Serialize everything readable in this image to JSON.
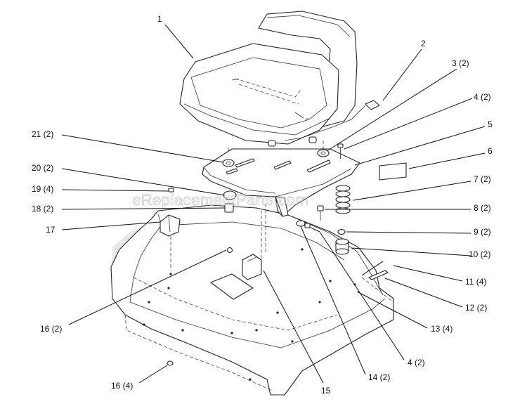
{
  "watermark": "eReplacementParts.com",
  "labels": {
    "l1": "1",
    "l2": "2",
    "l3": "3 (2)",
    "l4a": "4 (2)",
    "l5": "5",
    "l6": "6",
    "l7": "7 (2)",
    "l8": "8 (2)",
    "l9": "9 (2)",
    "l10": "10 (2)",
    "l11": "11 (4)",
    "l12": "12 (2)",
    "l13": "13 (4)",
    "l4b": "4 (2)",
    "l14": "14 (2)",
    "l15": "15",
    "l16a": "16 (2)",
    "l16b": "16 (4)",
    "l17": "17",
    "l18": "18 (2)",
    "l19": "19 (4)",
    "l20": "20 (2)",
    "l21": "21 (2)"
  }
}
